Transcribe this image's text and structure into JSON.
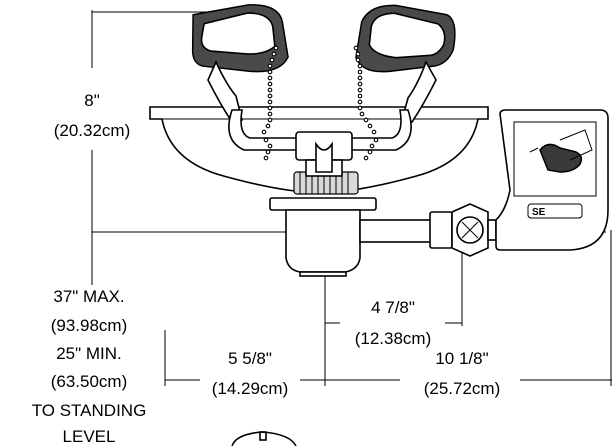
{
  "dimensions": {
    "height": {
      "imperial": "8\"",
      "metric": "(20.32cm)"
    },
    "mount": {
      "max": "37\" MAX.",
      "max_metric": "(93.98cm)",
      "min": "25\" MIN.",
      "min_metric": "(63.50cm)",
      "line1": "TO STANDING",
      "line2": "LEVEL"
    },
    "outlet_offset": {
      "imperial": "4 7/8\"",
      "metric": "(12.38cm)"
    },
    "bowl_to_center": {
      "imperial": "5 5/8\"",
      "metric": "(14.29cm)"
    },
    "center_to_handle": {
      "imperial": "10 1/8\"",
      "metric": "(25.72cm)"
    }
  }
}
